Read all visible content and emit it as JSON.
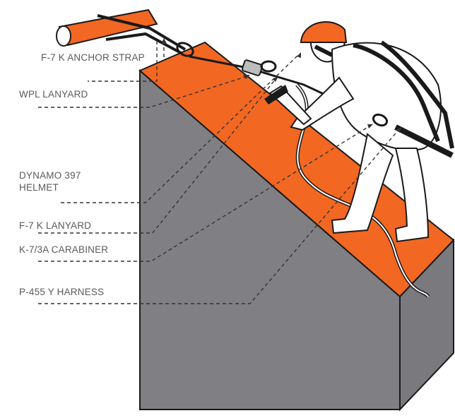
{
  "diagram": {
    "labels": {
      "anchor_strap": "F-7 K ANCHOR STRAP",
      "wpl_lanyard": "WPL LANYARD",
      "helmet_line1": "DYNAMO 397",
      "helmet_line2": "HELMET",
      "f7k_lanyard": "F-7 K LANYARD",
      "carabiner": "K-7/3A CARABINER",
      "harness": "P-455 Y HARNESS"
    },
    "colors": {
      "roof_orange": "#f26722",
      "wall_gray": "#808084",
      "wall_gray_right": "#7a7a7e",
      "outline": "#1a1a1a",
      "label_text": "#5a5a5a",
      "leader_line": "#333333"
    }
  }
}
